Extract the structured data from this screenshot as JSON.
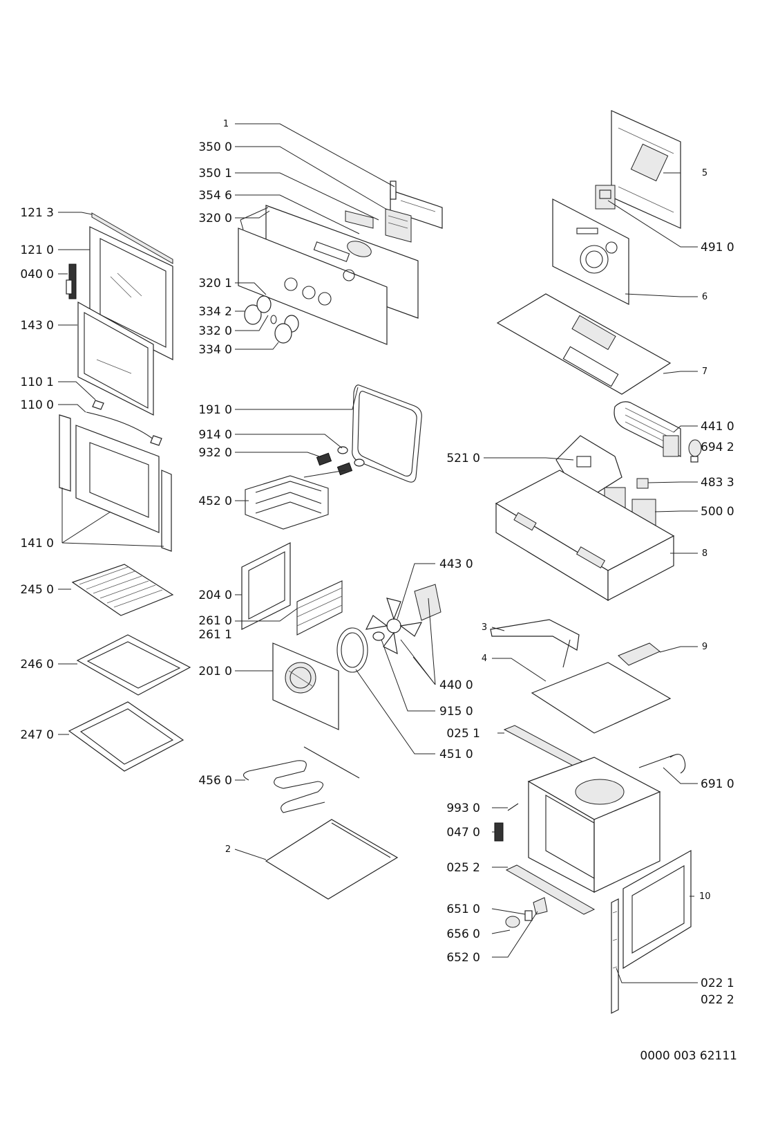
{
  "doc_number": "0000 003 62111",
  "labels": {
    "p1": "1",
    "p350_0": "350 0",
    "p350_1": "350 1",
    "p354_6": "354 6",
    "p320_0": "320 0",
    "p121_3": "121 3",
    "p121_0": "121 0",
    "p040_0": "040 0",
    "p143_0": "143 0",
    "p320_1": "320 1",
    "p334_2": "334 2",
    "p332_0": "332 0",
    "p334_0": "334 0",
    "p110_1": "110 1",
    "p110_0": "110 0",
    "p141_0": "141 0",
    "p191_0": "191 0",
    "p914_0": "914 0",
    "p932_0": "932 0",
    "p452_0": "452 0",
    "p245_0": "245 0",
    "p204_0": "204 0",
    "p261_0": "261 0",
    "p261_1": "261 1",
    "p246_0": "246 0",
    "p201_0": "201 0",
    "p247_0": "247 0",
    "p456_0": "456 0",
    "p2": "2",
    "p5": "5",
    "p491_0": "491 0",
    "p6": "6",
    "p7": "7",
    "p441_0": "441 0",
    "p694_2": "694 2",
    "p521_0": "521 0",
    "p483_3": "483 3",
    "p500_0": "500 0",
    "p8": "8",
    "p443_0": "443 0",
    "p3": "3",
    "p9": "9",
    "p4": "4",
    "p440_0": "440 0",
    "p915_0": "915 0",
    "p025_1": "025 1",
    "p451_0": "451 0",
    "p691_0": "691 0",
    "p993_0": "993 0",
    "p047_0": "047 0",
    "p025_2": "025 2",
    "p10": "10",
    "p651_0": "651 0",
    "p656_0": "656 0",
    "p652_0": "652 0",
    "p022_1": "022 1",
    "p022_2": "022 2"
  }
}
